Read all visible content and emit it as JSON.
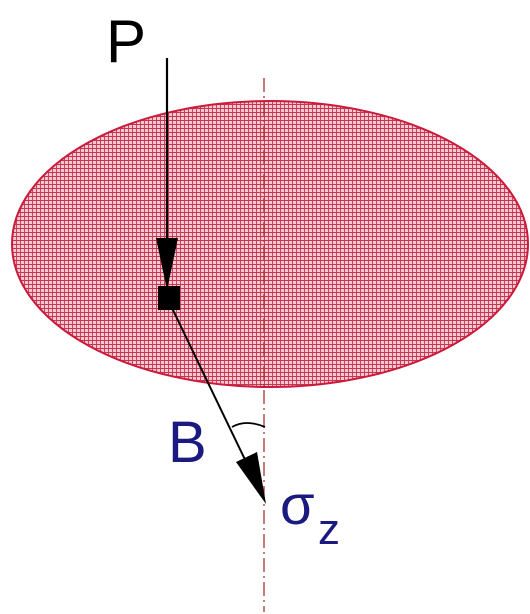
{
  "labels": {
    "load": "P",
    "angle": "B",
    "stress_symbol": "σ",
    "stress_subscript": "z"
  },
  "colors": {
    "ellipse_stroke": "#cc1a3a",
    "ellipse_hatch": "#c8334f",
    "ellipse_fill": "#f4c9d1",
    "axis_line": "#a83232",
    "arrows": "#000000",
    "angle_label": "#1a1a80",
    "stress_label": "#1a1a80",
    "load_label": "#000000"
  }
}
